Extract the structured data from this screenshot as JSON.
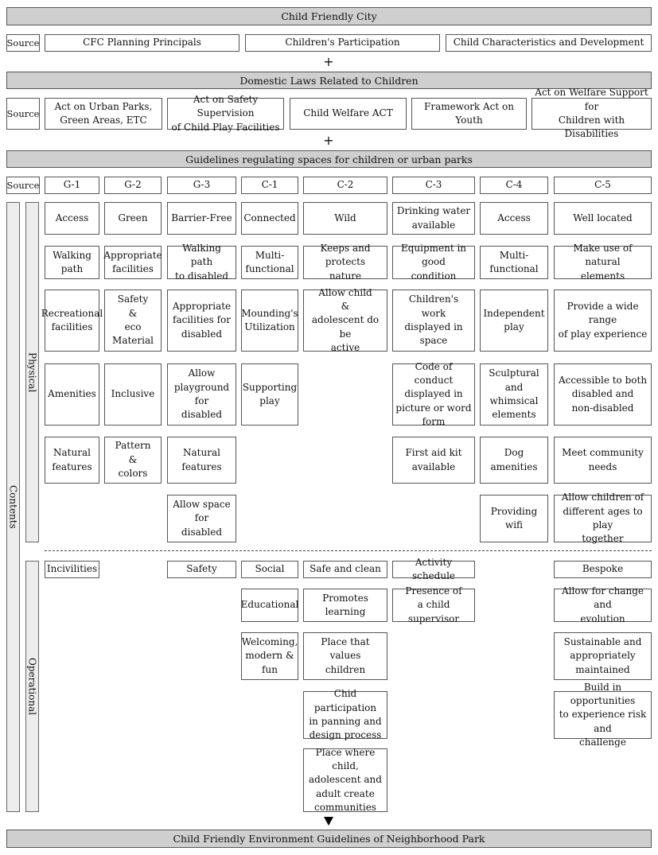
{
  "top": {
    "title": "Child Friendly City",
    "source_label": "Source",
    "sources": [
      "CFC Planning Principals",
      "Children's Participation",
      "Child Characteristics and Development"
    ]
  },
  "plus": "+",
  "laws": {
    "title": "Domestic Laws Related to Children",
    "source_label": "Source",
    "sources": [
      "Act on Urban Parks,\nGreen Areas, ETC",
      "Act on Safety Supervision\nof Child Play Facilities",
      "Child Welfare ACT",
      "Framework Act on Youth",
      "Act on Welfare Support for\nChildren with Disabilities"
    ]
  },
  "guidelines": {
    "title": "Guidelines regulating spaces for children or urban parks",
    "source_label": "Source",
    "columns": [
      "G-1",
      "G-2",
      "G-3",
      "C-1",
      "C-2",
      "C-3",
      "C-4",
      "C-5"
    ]
  },
  "side_labels": {
    "contents": "Contents",
    "physical": "Physical",
    "operational": "Operational"
  },
  "physical": [
    [
      "Access",
      "Walking\npath",
      "Recreational\nfacilities",
      "Amenities",
      "Natural\nfeatures"
    ],
    [
      "Green",
      "Appropriate\nfacilities",
      "Safety\n&\neco Material",
      "Inclusive",
      "Pattern\n&\ncolors"
    ],
    [
      "Barrier-Free",
      "Walking path\nto disabled",
      "Appropriate\nfacilities for\ndisabled",
      "Allow\nplayground for\ndisabled",
      "Natural features",
      "Allow space for\ndisabled"
    ],
    [
      "Connected",
      "Multi-\nfunctional",
      "Mounding's\nUtilization",
      "Supporting\nplay"
    ],
    [
      "Wild",
      "Keeps and protects\nnature",
      "Allow child\n&\nadolescent do be\nactive"
    ],
    [
      "Drinking water\navailable",
      "Equipment in good\ncondition",
      "Children's work\ndisplayed in space",
      "Code of conduct\ndisplayed in\npicture or word\nform",
      "First aid kit\navailable"
    ],
    [
      "Access",
      "Multi-functional",
      "Independent\nplay",
      "Sculptural and\nwhimsical\nelements",
      "Dog amenities",
      "Providing wifi"
    ],
    [
      "Well located",
      "Make use of natural\nelements",
      "Provide a wide range\nof play experience",
      "Accessible to both\ndisabled and\nnon-disabled",
      "Meet community\nneeds",
      "Allow children of\ndifferent ages to play\ntogether"
    ]
  ],
  "operational": [
    [
      "Incivilities"
    ],
    [],
    [
      "Safety"
    ],
    [
      "Social",
      "Educational",
      "Welcoming,\nmodern &\nfun"
    ],
    [
      "Safe and clean",
      "Promotes learning",
      "Place that values\nchildren",
      "Chid participation\nin panning and\ndesign process",
      "Place where child,\nadolescent and\nadult create\ncommunities"
    ],
    [
      "Activity schedule",
      "Presence of\na child supervisor"
    ],
    [],
    [
      "Bespoke",
      "Allow for change and\nevolution",
      "Sustainable and\nappropriately\nmaintained",
      "Build in opportunities\nto experience risk and\nchallenge"
    ]
  ],
  "bottom": {
    "title": "Child Friendly Environment Guidelines of Neighborhood Park"
  }
}
